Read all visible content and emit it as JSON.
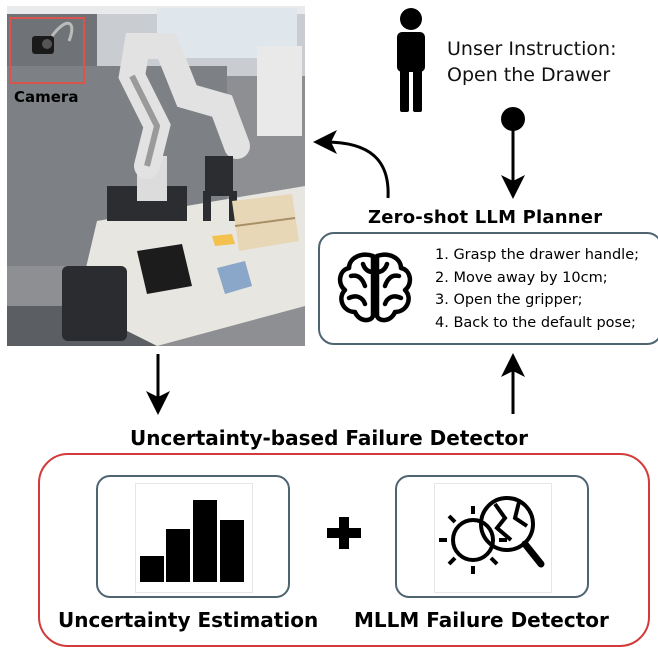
{
  "photo": {
    "camera_label": "Camera"
  },
  "instruction": {
    "line1": "Unser Instruction:",
    "line2": "Open the Drawer"
  },
  "planner": {
    "title": "Zero-shot LLM Planner",
    "steps": [
      "1. Grasp the drawer handle;",
      "2. Move away by 10cm;",
      "3. Open the gripper;",
      "4. Back to the default pose;"
    ]
  },
  "detector": {
    "title": "Uncertainty-based Failure Detector",
    "left_label": "Uncertainty Estimation",
    "right_label": "MLLM Failure Detector"
  },
  "colors": {
    "outer_border": "#d33a3a",
    "card_border": "#4e6470",
    "camera_box": "#d9534f"
  },
  "icons": [
    "person-icon",
    "brain-icon",
    "bar-chart-icon",
    "gear-magnifier-icon",
    "plus-icon"
  ]
}
